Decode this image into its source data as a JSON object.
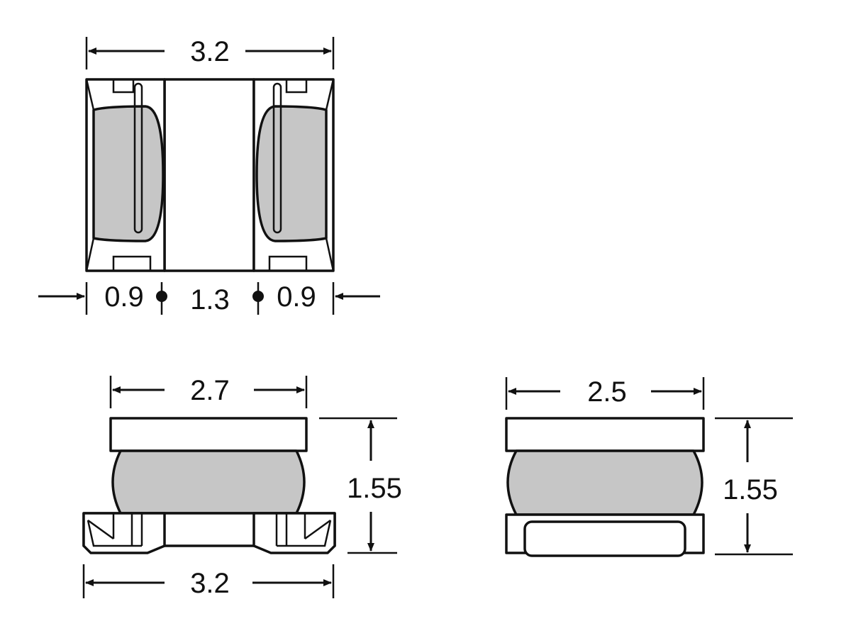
{
  "colors": {
    "line": "#111111",
    "core": "#c6c6c6",
    "body": "#ffffff"
  },
  "top_view": {
    "overall_width": "3.2",
    "left_terminal": "0.9",
    "center_width": "1.3",
    "right_terminal": "0.9"
  },
  "front_view": {
    "top_width": "2.7",
    "height": "1.55",
    "bottom_width": "3.2"
  },
  "side_view": {
    "width": "2.5",
    "height": "1.55"
  }
}
